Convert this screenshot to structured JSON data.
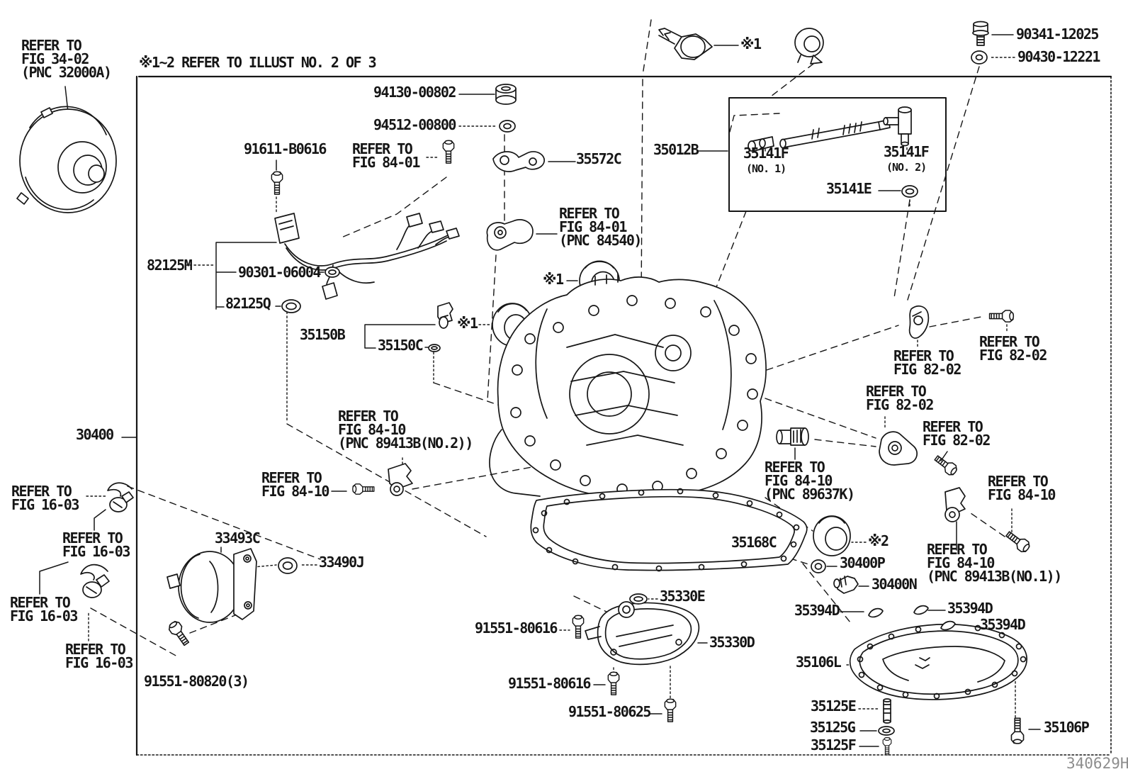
{
  "title_note": "※1~2 REFER TO ILLUST NO. 2 OF 3",
  "sheet_code": "340629H",
  "colors": {
    "ink": "#161616",
    "sheet_code": "#8d8d8d",
    "background": "#ffffff"
  },
  "figure": "Toyota transaxle case and oil pan parts diagram, illustration 1 of 3",
  "labels": [
    {
      "id": "ref-fig-34-02",
      "text": "REFER TO\nFIG 34-02\n(PNC 32000A)"
    },
    {
      "id": "note-top",
      "text": "※1~2 REFER TO ILLUST NO. 2 OF 3"
    },
    {
      "id": "p-94130-00802",
      "text": "94130-00802"
    },
    {
      "id": "p-94512-00800",
      "text": "94512-00800"
    },
    {
      "id": "p-91611-B0616",
      "text": "91611-B0616"
    },
    {
      "id": "ref-fig-84-01",
      "text": "REFER TO\nFIG 84-01"
    },
    {
      "id": "p-35572C",
      "text": "35572C"
    },
    {
      "id": "star1-top-bolt",
      "text": "※1"
    },
    {
      "id": "p-90341-12025",
      "text": "90341-12025"
    },
    {
      "id": "p-90430-12221",
      "text": "90430-12221"
    },
    {
      "id": "p-35012B",
      "text": "35012B"
    },
    {
      "id": "p-35141F-no1",
      "text": "35141F"
    },
    {
      "id": "p-35141F-no1-sub",
      "text": "(NO. 1)"
    },
    {
      "id": "p-35141F-no2",
      "text": "35141F"
    },
    {
      "id": "p-35141F-no2-sub",
      "text": "(NO. 2)"
    },
    {
      "id": "p-35141E",
      "text": "35141E"
    },
    {
      "id": "p-82125M",
      "text": "82125M"
    },
    {
      "id": "p-90301-06004",
      "text": "90301-06004"
    },
    {
      "id": "p-82125Q",
      "text": "82125Q"
    },
    {
      "id": "p-35150B",
      "text": "35150B"
    },
    {
      "id": "p-35150C",
      "text": "35150C"
    },
    {
      "id": "ref-fig-84-01-pnc-84540",
      "text": "REFER TO\nFIG 84-01\n(PNC 84540)"
    },
    {
      "id": "star1-seal-a",
      "text": "※1"
    },
    {
      "id": "star1-seal-b",
      "text": "※1"
    },
    {
      "id": "p-30400",
      "text": "30400"
    },
    {
      "id": "ref-fig-84-10-pnc-89413b-no2",
      "text": "REFER TO\nFIG 84-10\n(PNC 89413B(NO.2))"
    },
    {
      "id": "ref-fig-84-10-left",
      "text": "REFER TO\nFIG 84-10"
    },
    {
      "id": "ref-fig-16-03-a",
      "text": "REFER TO\nFIG 16-03"
    },
    {
      "id": "ref-fig-16-03-b",
      "text": "REFER TO\nFIG 16-03"
    },
    {
      "id": "ref-fig-16-03-c",
      "text": "REFER TO\nFIG 16-03"
    },
    {
      "id": "ref-fig-16-03-d",
      "text": "REFER TO\nFIG 16-03"
    },
    {
      "id": "p-33493C",
      "text": "33493C"
    },
    {
      "id": "p-33490J",
      "text": "33490J"
    },
    {
      "id": "p-91551-80820",
      "text": "91551-80820(3)"
    },
    {
      "id": "ref-fig-82-02-a",
      "text": "REFER TO\nFIG 82-02"
    },
    {
      "id": "ref-fig-82-02-b",
      "text": "REFER TO\nFIG 82-02"
    },
    {
      "id": "ref-fig-82-02-c",
      "text": "REFER TO\nFIG 82-02"
    },
    {
      "id": "ref-fig-82-02-d",
      "text": "REFER TO\nFIG 82-02"
    },
    {
      "id": "ref-fig-84-10-pnc-89637k",
      "text": "REFER TO\nFIG 84-10\n(PNC 89637K)"
    },
    {
      "id": "ref-fig-84-10-right",
      "text": "REFER TO\nFIG 84-10"
    },
    {
      "id": "ref-fig-84-10-pnc-89413b-no1",
      "text": "REFER TO\nFIG 84-10\n(PNC 89413B(NO.1))"
    },
    {
      "id": "p-35168C",
      "text": "35168C"
    },
    {
      "id": "star2-seal",
      "text": "※2"
    },
    {
      "id": "p-30400P",
      "text": "30400P"
    },
    {
      "id": "p-30400N",
      "text": "30400N"
    },
    {
      "id": "p-35330E",
      "text": "35330E"
    },
    {
      "id": "p-91551-80616-a",
      "text": "91551-80616"
    },
    {
      "id": "p-35330D",
      "text": "35330D"
    },
    {
      "id": "p-91551-80616-b",
      "text": "91551-80616"
    },
    {
      "id": "p-91551-80625",
      "text": "91551-80625"
    },
    {
      "id": "p-35394D-a",
      "text": "35394D"
    },
    {
      "id": "p-35394D-b",
      "text": "35394D"
    },
    {
      "id": "p-35394D-c",
      "text": "35394D"
    },
    {
      "id": "p-35106L",
      "text": "35106L"
    },
    {
      "id": "p-35125E",
      "text": "35125E"
    },
    {
      "id": "p-35125G",
      "text": "35125G"
    },
    {
      "id": "p-35125F",
      "text": "35125F"
    },
    {
      "id": "p-35106P",
      "text": "35106P"
    }
  ]
}
